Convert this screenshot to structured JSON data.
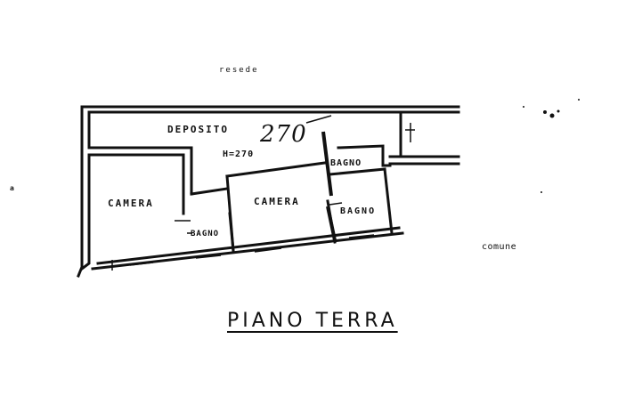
{
  "labels": {
    "resede": "resede",
    "deposito": "DEPOSITO",
    "height_note": "H=270",
    "handwritten_height": "270",
    "camera_left": "CAMERA",
    "camera_center": "CAMERA",
    "bagno_top": "BAGNO",
    "bagno_right": "BAGNO",
    "bagno_small": "BAGNO",
    "comune": "comune",
    "margin_mark": "a"
  },
  "title": "PIANO TERRA"
}
